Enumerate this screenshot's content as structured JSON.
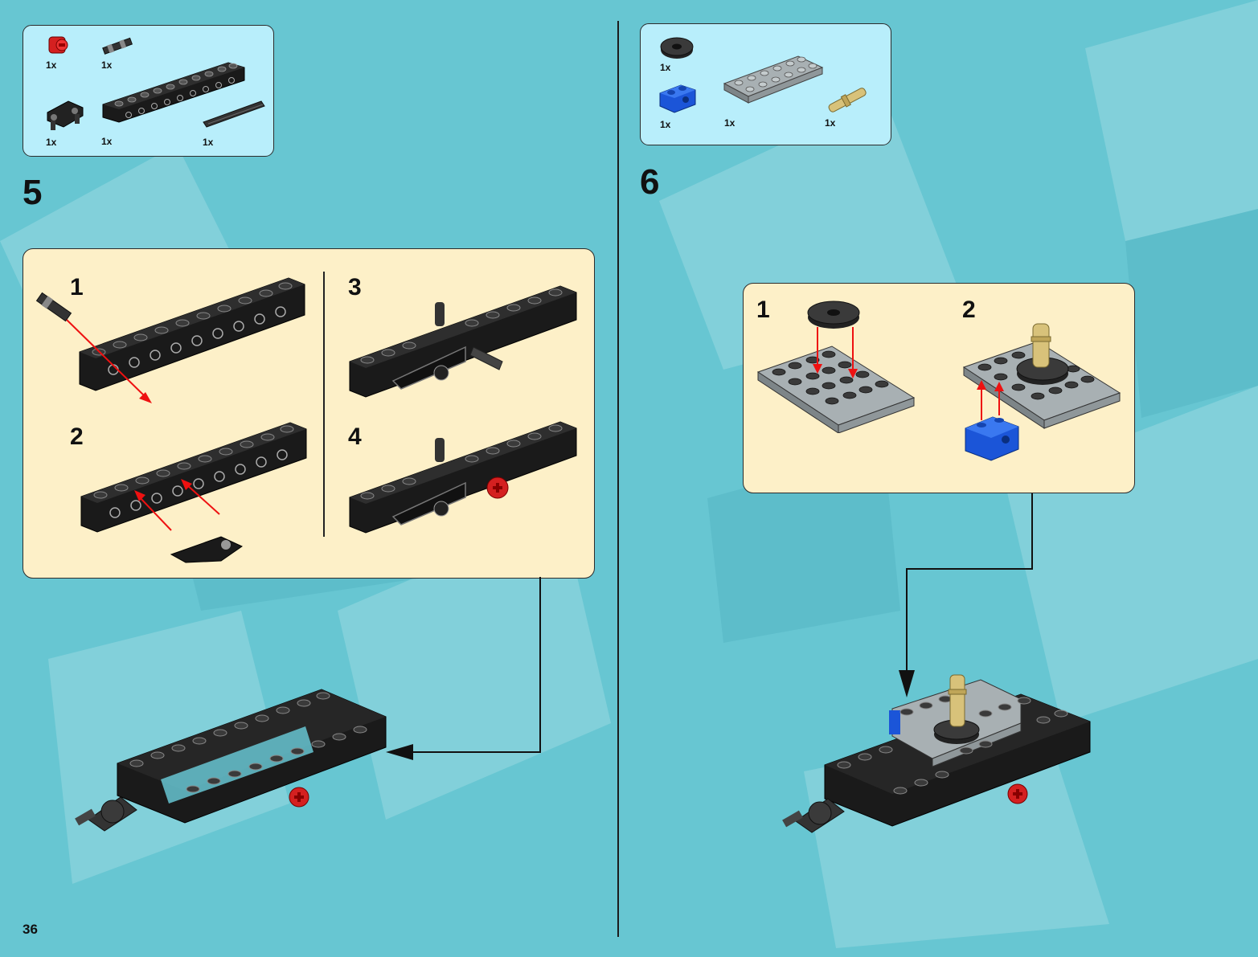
{
  "page": {
    "number": "36"
  },
  "colors": {
    "background": "#67c6d2",
    "parts_box": "#b8eefb",
    "sub_box": "#fdf0c8",
    "brick_black": "#1a1a1a",
    "brick_gray": "#9aa2a5",
    "red": "#d42020",
    "blue": "#1b55d8",
    "tan": "#d8c27a"
  },
  "steps": [
    {
      "number": "5",
      "parts": [
        {
          "qty": "1x",
          "icon": "red-bush-icon"
        },
        {
          "qty": "1x",
          "icon": "axle-connector-icon"
        },
        {
          "qty": "1x",
          "icon": "technic-liftarm-icon"
        },
        {
          "qty": "1x",
          "icon": "technic-brick-1x10-icon"
        },
        {
          "qty": "1x",
          "icon": "axle-icon"
        }
      ],
      "substeps": [
        {
          "number": "1"
        },
        {
          "number": "3"
        },
        {
          "number": "2"
        },
        {
          "number": "4"
        }
      ]
    },
    {
      "number": "6",
      "parts": [
        {
          "qty": "1x",
          "icon": "round-plate-icon"
        },
        {
          "qty": "1x",
          "icon": "blue-technic-brick-icon"
        },
        {
          "qty": "1x",
          "icon": "gray-plate-2x6-icon"
        },
        {
          "qty": "1x",
          "icon": "tan-pin-icon"
        }
      ],
      "substeps": [
        {
          "number": "1"
        },
        {
          "number": "2"
        }
      ]
    }
  ]
}
